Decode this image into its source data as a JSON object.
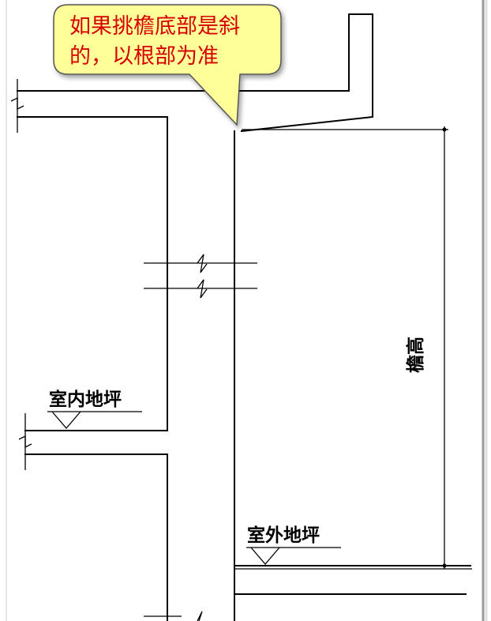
{
  "callout": {
    "line1": "如果挑檐底部是斜",
    "line2": "的，以根部为准",
    "text_color": "#d60000",
    "fill_color": "#ffff99"
  },
  "labels": {
    "indoor_floor": "室内地坪",
    "outdoor_floor": "室外地坪",
    "eave_height": "檐高"
  }
}
